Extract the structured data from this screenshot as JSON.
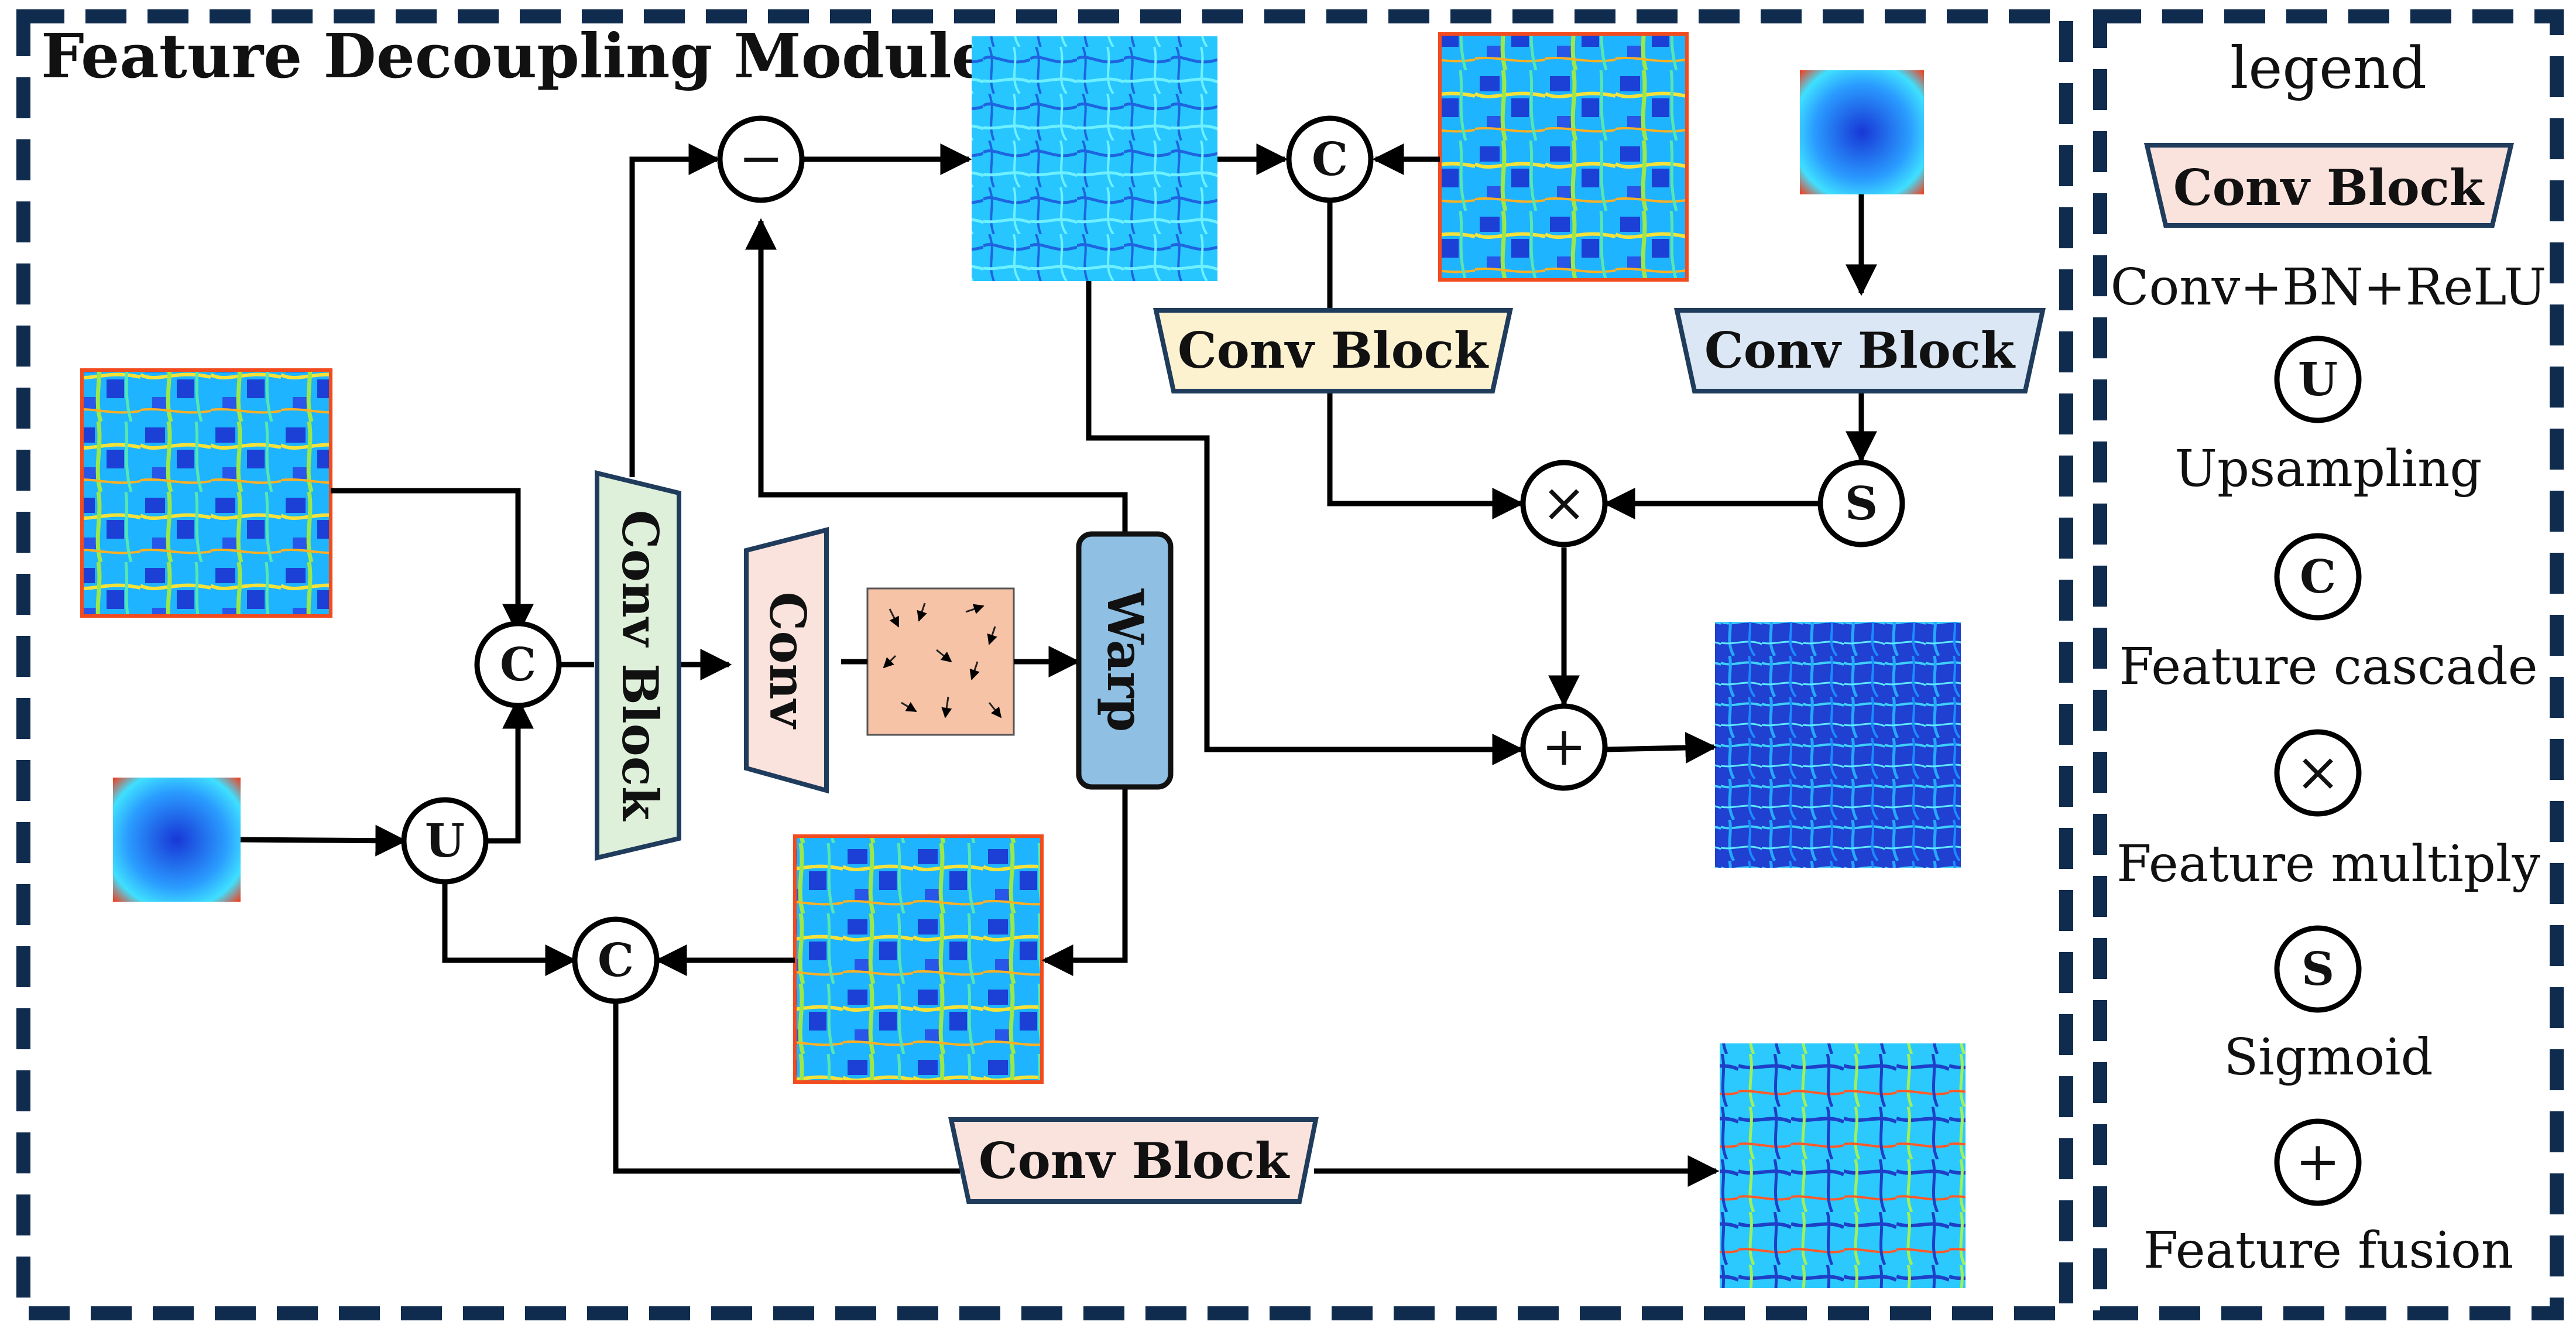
{
  "module_title": "Feature Decoupling Module",
  "blocks": {
    "conv_block_green": "Conv Block",
    "conv_pink": "Conv",
    "warp": "Warp",
    "conv_block_yellow": "Conv Block",
    "conv_block_blue": "Conv Block",
    "conv_block_bottom": "Conv Block"
  },
  "operators": {
    "concat": "C",
    "upsample": "U",
    "subtract": "−",
    "multiply": "×",
    "sigmoid": "S",
    "fusion": "+"
  },
  "legend": {
    "title": "legend",
    "conv_block_label": "Conv Block",
    "conv_block_desc": "Conv+BN+ReLU",
    "upsampling_symbol": "U",
    "upsampling_desc": "Upsampling",
    "cascade_symbol": "C",
    "cascade_desc": "Feature cascade",
    "multiply_symbol": "×",
    "multiply_desc": "Feature multiply",
    "sigmoid_symbol": "S",
    "sigmoid_desc": "Sigmoid",
    "fusion_symbol": "+",
    "fusion_desc": "Feature fusion"
  },
  "colors": {
    "border_dash": "#0f2b4e",
    "conv_block_green": "#dff0da",
    "conv_block_green_stroke": "#1f3c5c",
    "conv_pink": "#fbe3dd",
    "warp": "#8fbfe3",
    "conv_block_yellow": "#fdf2d0",
    "conv_block_blue": "#dbe7f4",
    "conv_block_bottom": "#fbe3dd",
    "flow_field": "#f6c3a6"
  }
}
